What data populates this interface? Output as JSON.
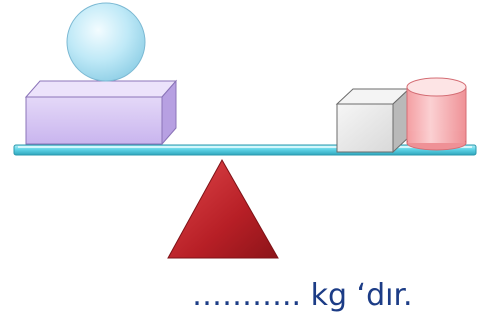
{
  "caption": {
    "text": "……….. kg ‘dır."
  },
  "colors": {
    "beam": "#5fd3e6",
    "fulcrum": "#c0262c",
    "sphere": "#bfe9f7",
    "box_left": "#d8c8f4",
    "cube_right": "#e4e4e4",
    "cylinder_right": "#f7b3b6",
    "caption": "#1c3c86"
  },
  "objects": {
    "left": [
      "sphere",
      "rectangular-box"
    ],
    "right": [
      "cube",
      "cylinder"
    ],
    "support": "triangle-fulcrum",
    "beam": "balance-beam"
  }
}
